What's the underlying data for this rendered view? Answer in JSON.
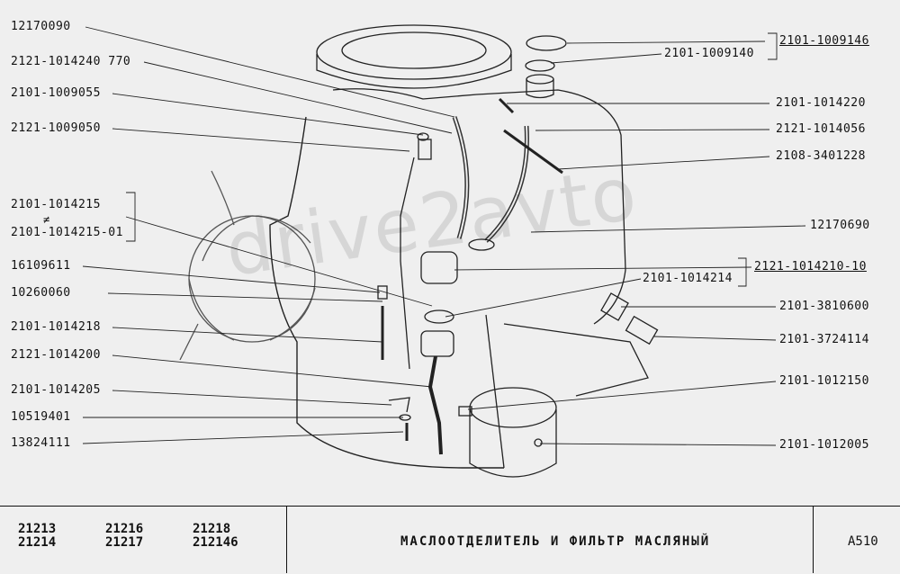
{
  "labels_left": [
    {
      "id": "l1",
      "text": "12170090"
    },
    {
      "id": "l2",
      "text": "2121-1014240 770"
    },
    {
      "id": "l3",
      "text": "2101-1009055"
    },
    {
      "id": "l4",
      "text": "2121-1009050"
    },
    {
      "id": "l5a",
      "text": "2101-1014215"
    },
    {
      "id": "l5b",
      "text": "2101-1014215-01"
    },
    {
      "id": "l6",
      "text": "16109611"
    },
    {
      "id": "l7",
      "text": "10260060"
    },
    {
      "id": "l8",
      "text": "2101-1014218"
    },
    {
      "id": "l9",
      "text": "2121-1014200"
    },
    {
      "id": "l10",
      "text": "2101-1014205"
    },
    {
      "id": "l11",
      "text": "10519401"
    },
    {
      "id": "l12",
      "text": "13824111"
    }
  ],
  "labels_right": [
    {
      "id": "r1",
      "text": "2101-1009146"
    },
    {
      "id": "r2",
      "text": "2101-1009140"
    },
    {
      "id": "r3",
      "text": "2101-1014220"
    },
    {
      "id": "r4",
      "text": "2121-1014056"
    },
    {
      "id": "r5",
      "text": "2108-3401228"
    },
    {
      "id": "r6",
      "text": "12170690"
    },
    {
      "id": "r7",
      "text": "2121-1014210-10"
    },
    {
      "id": "r8",
      "text": "2101-1014214"
    },
    {
      "id": "r9",
      "text": "2101-3810600"
    },
    {
      "id": "r10",
      "text": "2101-3724114"
    },
    {
      "id": "r11",
      "text": "2101-1012150"
    },
    {
      "id": "r12",
      "text": "2101-1012005"
    }
  ],
  "variant_mark": "≠",
  "watermark": "drive2avto",
  "title_block": {
    "models": [
      "21213",
      "21214",
      "21216",
      "21217",
      "21218",
      "212146"
    ],
    "title": "МАСЛООТДЕЛИТЕЛЬ И ФИЛЬТР МАСЛЯНЫЙ",
    "sheet": "A510"
  }
}
